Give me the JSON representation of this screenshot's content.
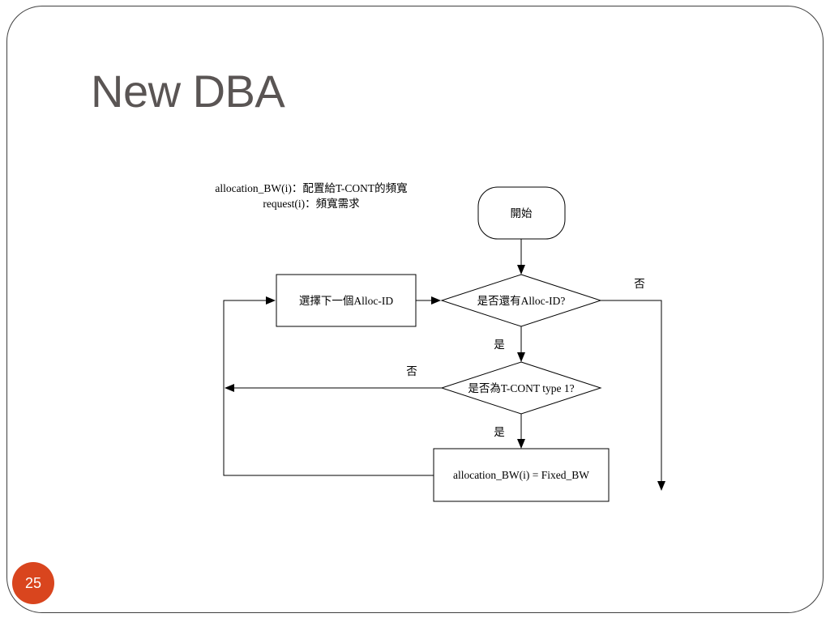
{
  "slide": {
    "title": "New DBA",
    "page_number": "25"
  },
  "legend": {
    "line1": "allocation_BW(i)：配置給T-CONT的頻寬",
    "line2": "request(i)：頻寬需求"
  },
  "nodes": {
    "start": "開始",
    "decision_more_alloc": "是否還有Alloc-ID?",
    "select_next": "選擇下一個Alloc-ID",
    "decision_tcont_type1": "是否為T-CONT type 1?",
    "assign_fixed": "allocation_BW(i) = Fixed_BW"
  },
  "edges": {
    "more_alloc_no": "否",
    "more_alloc_yes": "是",
    "tcont_no": "否",
    "tcont_yes": "是"
  }
}
